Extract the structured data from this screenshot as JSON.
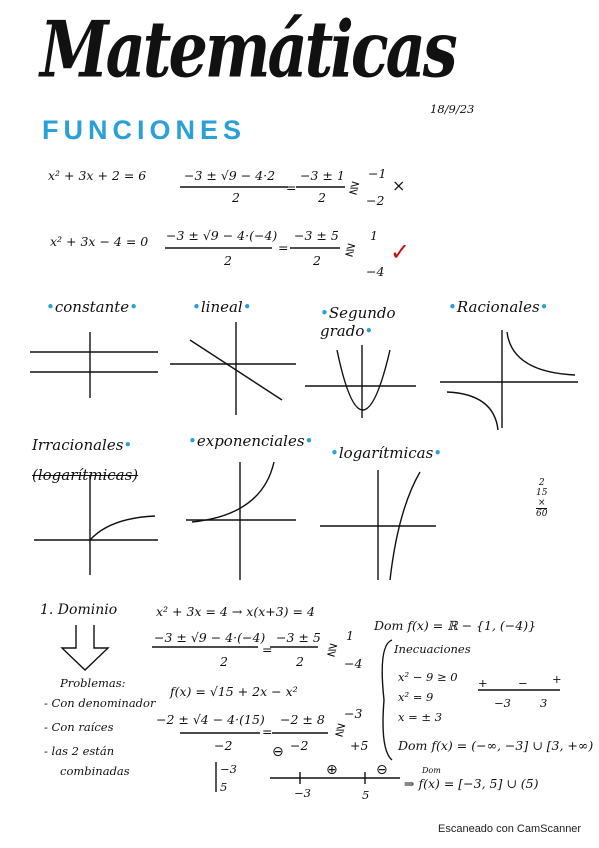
{
  "title": "Matemáticas",
  "section_title": "FUNCIONES",
  "date": "18/9/23",
  "eq1": {
    "lhs": "x² + 3x + 2 = 6",
    "num": "−3 ± √9 − 4·2",
    "den": "2",
    "mid_num": "−3 ± 1",
    "mid_den": "2",
    "r1": "−1",
    "r2": "−2",
    "mark": "×"
  },
  "eq2": {
    "lhs": "x² + 3x − 4 = 0",
    "num": "−3 ± √9 − 4·(−4)",
    "den": "2",
    "mid_num": "−3 ± 5",
    "mid_den": "2",
    "r1": "1",
    "r2": "−4",
    "mark": "✓"
  },
  "graphs": [
    {
      "label": "constante"
    },
    {
      "label": "lineal"
    },
    {
      "label": "Segundo grado"
    },
    {
      "label": "Racionales"
    },
    {
      "label": "Irracionales"
    },
    {
      "label": "(logarítmicas)"
    },
    {
      "label": "exponenciales"
    },
    {
      "label": "logarítmicas"
    }
  ],
  "margin_note": {
    "l1": "2",
    "l2": "15",
    "l3": "×",
    "l4": "60"
  },
  "domain": {
    "heading": "1. Dominio",
    "problems_title": "Problemas:",
    "problems": [
      "- Con denominador",
      "- Con raíces",
      "- las 2 están",
      "combinadas"
    ],
    "eq_a": "x² + 3x = 4  →  x(x+3) = 4",
    "frac_a_num": "−3 ± √9 − 4·(−4)",
    "frac_a_den": "2",
    "frac_a_mid_num": "−3 ± 5",
    "frac_a_mid_den": "2",
    "frac_a_r1": "1",
    "frac_a_r2": "−4",
    "dom_fx": "Dom f(x) = ℝ − {1, (−4)}",
    "f_def": "f(x) = √15 + 2x − x²",
    "frac_b_num": "−2 ± √4 − 4·(15)",
    "frac_b_den": "−2",
    "frac_b_mid_num": "−2 ± 8",
    "frac_b_mid_den": "−2",
    "frac_b_r1": "−3",
    "frac_b_r2": "+5",
    "roots_1": "−3",
    "roots_2": "5",
    "ineq_title": "Inecuaciones",
    "ineq_1": "x² − 9 ≥ 0",
    "ineq_2": "x² = 9",
    "ineq_3": "x = ± 3",
    "numline_a": "−3",
    "numline_b": "3",
    "dom_f1": "Dom f(x) = (−∞, −3] ∪ [3, +∞)",
    "numline2_a": "−3",
    "numline2_b": "5",
    "dom_final_label": "Dom",
    "dom_final": "⇒ f(x) = [−3, 5] ∪ (5)",
    "signs": [
      "⊖",
      "⊕",
      "⊖"
    ]
  },
  "footer": "Escaneado con CamScanner"
}
